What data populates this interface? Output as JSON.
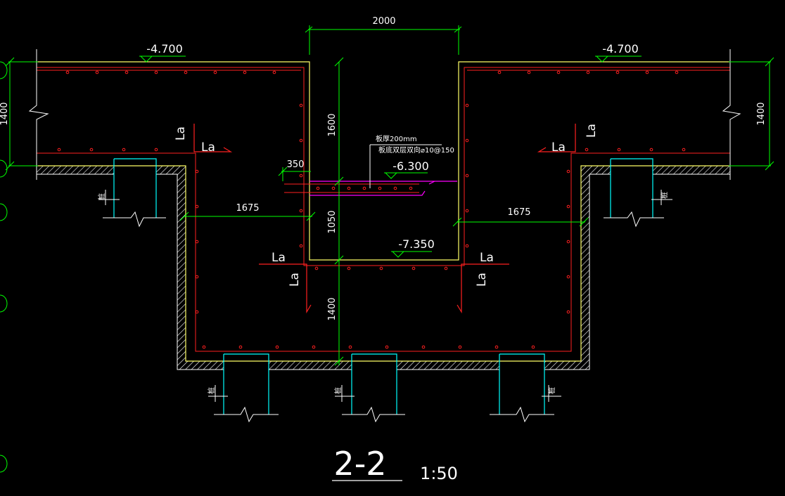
{
  "section": {
    "title": "2-2",
    "scale": "1:50"
  },
  "dimensions": {
    "top_width": "2000",
    "left_height": "1400",
    "right_height": "1400",
    "upper_depth": "1600",
    "mid_depth": "1050",
    "lower_depth": "1400",
    "offset": "350",
    "left_width": "1675",
    "right_width": "1675"
  },
  "elevations": {
    "left_top": "-4.700",
    "right_top": "-4.700",
    "slab": "-6.300",
    "pit": "-7.350"
  },
  "anchorage": "La",
  "slab_note": {
    "line1": "板厚200mm",
    "line2": "板底双层双向⌀10@150"
  },
  "pile_label": "桩",
  "colors": {
    "background": "#000000",
    "rebar": "#ff2020",
    "concrete": "#ffff66",
    "dimension": "#00ff00",
    "pile": "#00ffff",
    "slab": "#ff00ff",
    "text": "#ffffff"
  }
}
